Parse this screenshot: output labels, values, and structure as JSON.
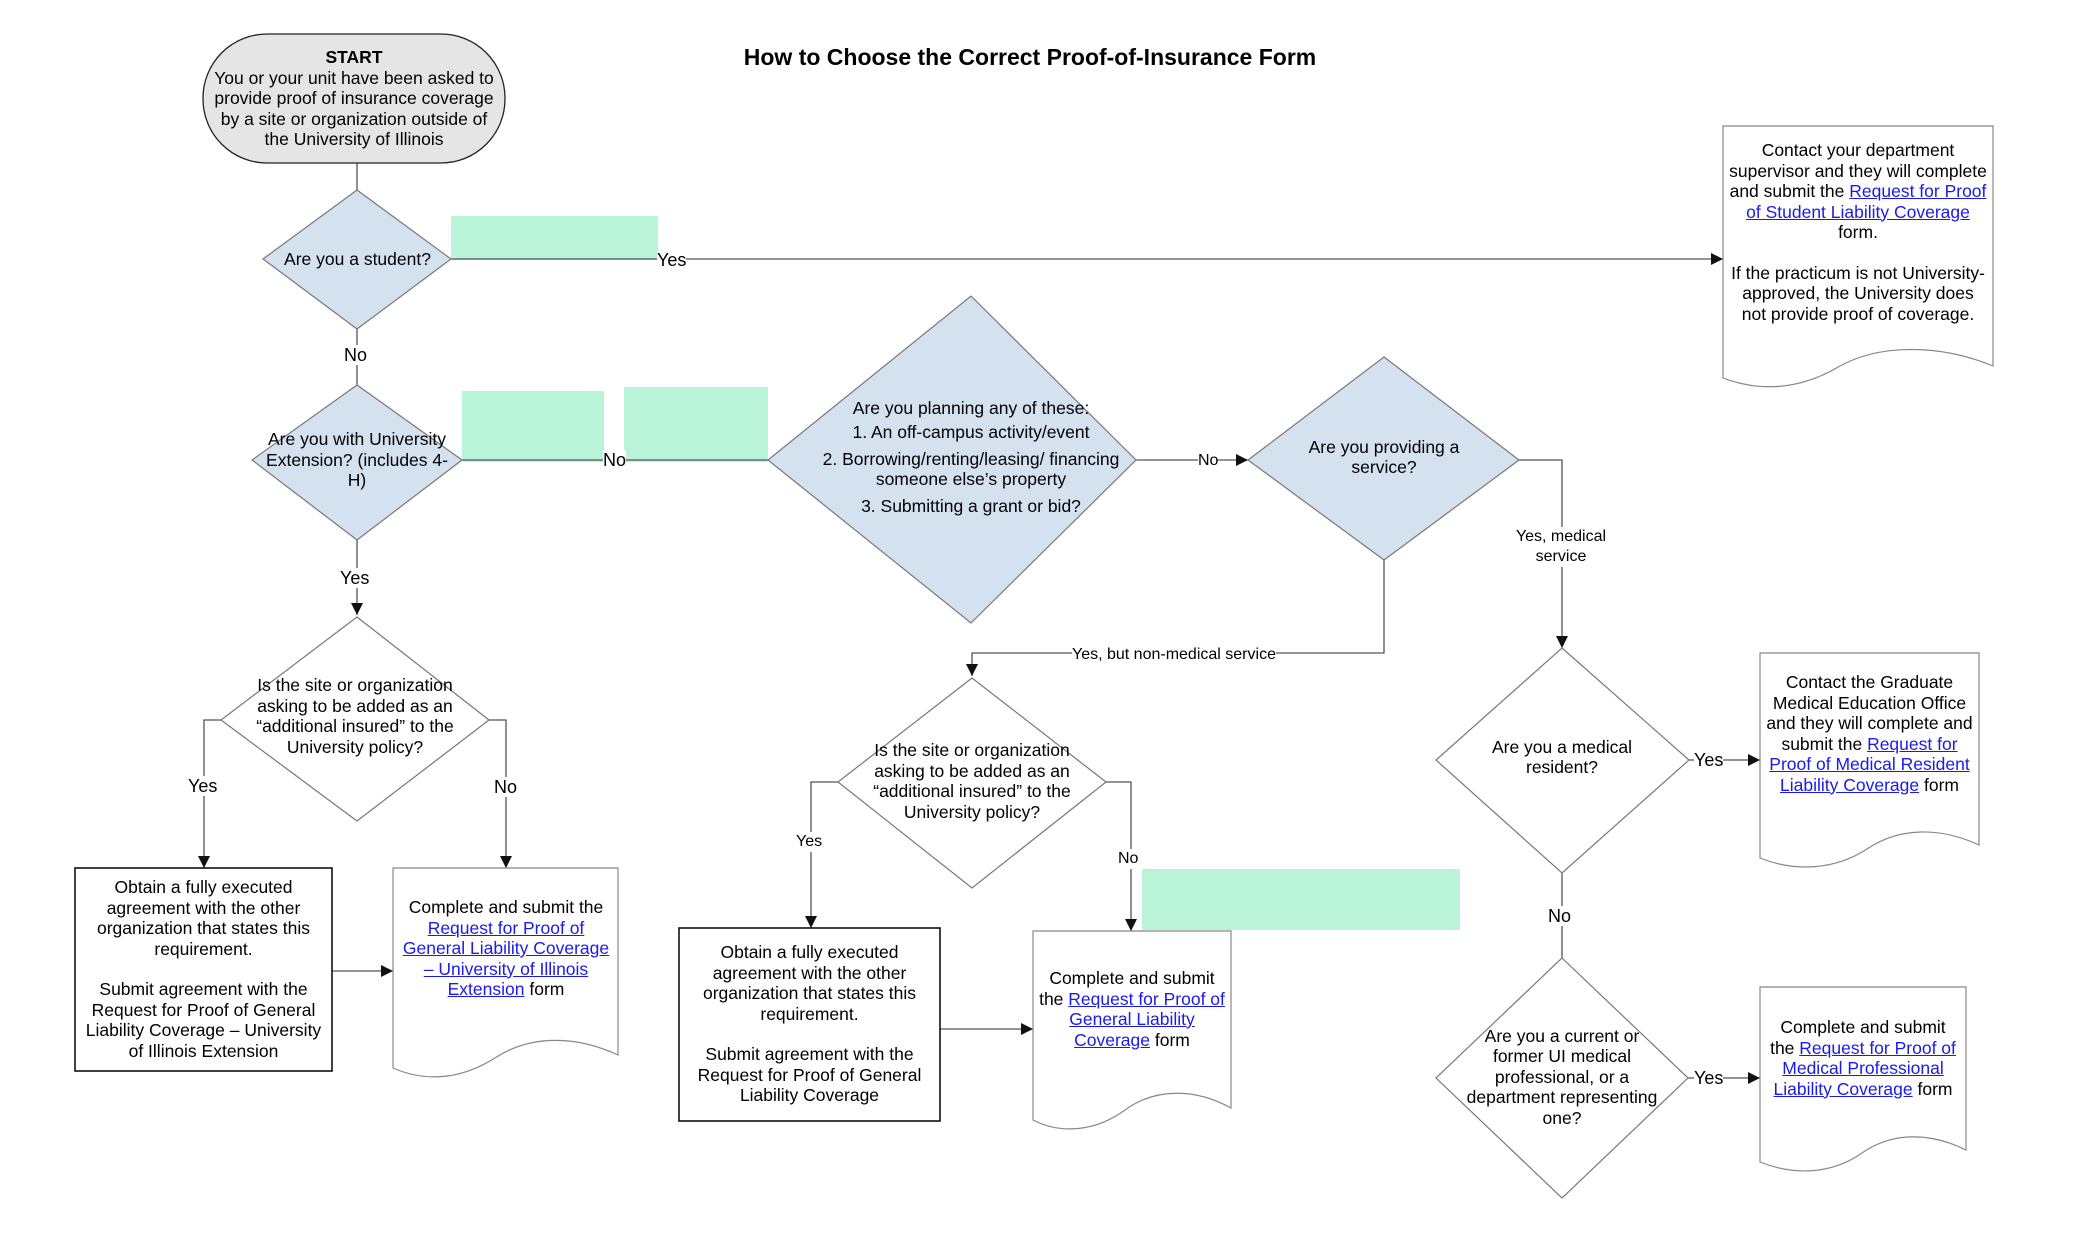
{
  "title": "How to Choose the Correct Proof-of-Insurance Form",
  "colors": {
    "decision_fill": "#d4e2f0",
    "start_fill": "#e5e5e5",
    "highlight_fill": "#b9f4d9",
    "link": "#1a1aee",
    "stroke": "#555555"
  },
  "start": {
    "heading": "START",
    "text": "You or your unit have been asked to provide proof of insurance coverage by a site or organization outside of the University of Illinois"
  },
  "decisions": {
    "student": "Are you a student?",
    "extension": "Are you with University Extension? (includes 4-H)",
    "additional_insured_left": "Is the site or organization asking to be added as an “additional insured” to the University policy?",
    "planning": {
      "heading": "Are you planning any of these:",
      "items": [
        "1. An off-campus activity/event",
        "2. Borrowing/renting/leasing/ financing someone else’s property",
        "3. Submitting a grant or bid?"
      ]
    },
    "service": "Are you providing a service?",
    "additional_insured_mid": "Is the site or organization asking to be added as an “additional insured” to the University policy?",
    "medical_resident": "Are you a medical resident?",
    "medical_professional": "Are you a current or former UI medical professional, or a department representing one?"
  },
  "outcomes": {
    "student": {
      "pre": "Contact your department supervisor and they will complete and submit the ",
      "link": "Request for Proof of Student Liability Coverage",
      "post": " form.",
      "note": "If the practicum is not University-approved, the University does not provide proof of coverage."
    },
    "extension_agreement": {
      "p1": "Obtain a fully executed agreement with the other organization that states this requirement.",
      "p2": "Submit agreement with the Request for Proof of General Liability Coverage – University of Illinois Extension"
    },
    "extension_form": {
      "pre": "Complete and submit the ",
      "link": "Request for Proof of General Liability Coverage – University of Illinois Extension",
      "post": " form"
    },
    "general_agreement": {
      "p1": "Obtain a fully executed agreement with the other organization that states this requirement.",
      "p2": "Submit agreement with the Request for Proof of General Liability Coverage"
    },
    "general_form": {
      "pre": "Complete and submit the ",
      "link": "Request for Proof of General Liability Coverage",
      "post": " form"
    },
    "medical_resident": {
      "pre": "Contact the Graduate Medical Education Office and they will complete and submit the ",
      "link": "Request for Proof of Medical Resident Liability Coverage",
      "post": " form"
    },
    "medical_professional": {
      "pre": "Complete and submit the ",
      "link": "Request for Proof of Medical Professional Liability Coverage",
      "post": " form"
    }
  },
  "edge_labels": {
    "student_yes": "Yes",
    "student_no": "No",
    "extension_no": "No",
    "extension_yes": "Yes",
    "left_yes": "Yes",
    "left_no": "No",
    "planning_no": "No",
    "service_nonmedical": "Yes, but non-medical service",
    "service_medical": "Yes, medical service",
    "mid_yes": "Yes",
    "mid_no": "No",
    "resident_yes": "Yes",
    "resident_no": "No",
    "professional_yes": "Yes"
  }
}
